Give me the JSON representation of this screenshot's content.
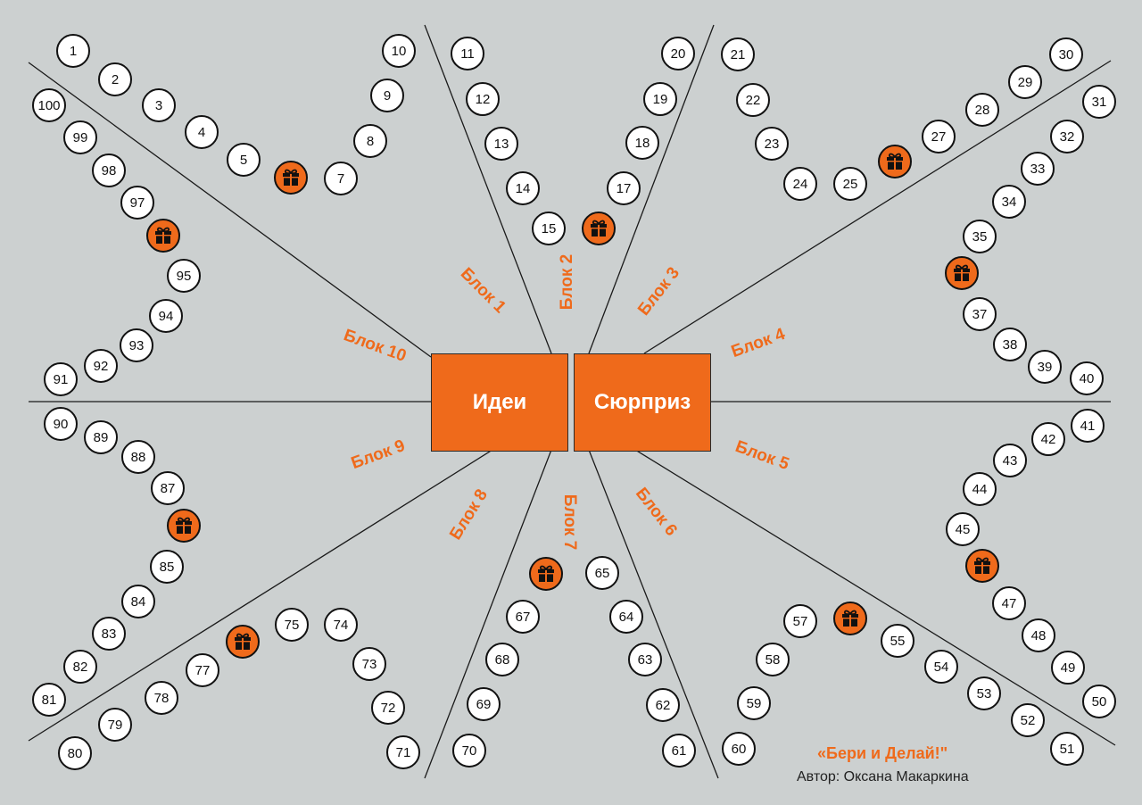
{
  "center": {
    "ideas": "Идеи",
    "surprise": "Сюрприз"
  },
  "blocks": [
    "Блок 1",
    "Блок 2",
    "Блок 3",
    "Блок 4",
    "Блок 5",
    "Блок 6",
    "Блок 7",
    "Блок 8",
    "Блок 9",
    "Блок 10"
  ],
  "cells": [
    "1",
    "2",
    "3",
    "4",
    "5",
    "7",
    "8",
    "9",
    "10",
    "11",
    "12",
    "13",
    "14",
    "15",
    "17",
    "18",
    "19",
    "20",
    "21",
    "22",
    "23",
    "24",
    "25",
    "27",
    "28",
    "29",
    "30",
    "31",
    "32",
    "33",
    "34",
    "35",
    "37",
    "38",
    "39",
    "40",
    "41",
    "42",
    "43",
    "44",
    "45",
    "47",
    "48",
    "49",
    "50",
    "51",
    "52",
    "53",
    "54",
    "55",
    "57",
    "58",
    "59",
    "60",
    "61",
    "62",
    "63",
    "64",
    "65",
    "67",
    "68",
    "69",
    "70",
    "71",
    "72",
    "73",
    "74",
    "75",
    "77",
    "78",
    "79",
    "80",
    "81",
    "82",
    "83",
    "84",
    "85",
    "87",
    "88",
    "89",
    "90",
    "91",
    "92",
    "93",
    "94",
    "95",
    "97",
    "98",
    "99",
    "100"
  ],
  "gift_spaces": [
    "6",
    "16",
    "26",
    "36",
    "46",
    "56",
    "66",
    "76",
    "86",
    "96"
  ],
  "gift_icon": "gift-box-icon",
  "footer": {
    "title": "«Бери и Делай!\"",
    "author": "Автор: Оксана Макаркина"
  },
  "colors": {
    "accent": "#ef6a1b",
    "background": "#ccd0d0"
  }
}
